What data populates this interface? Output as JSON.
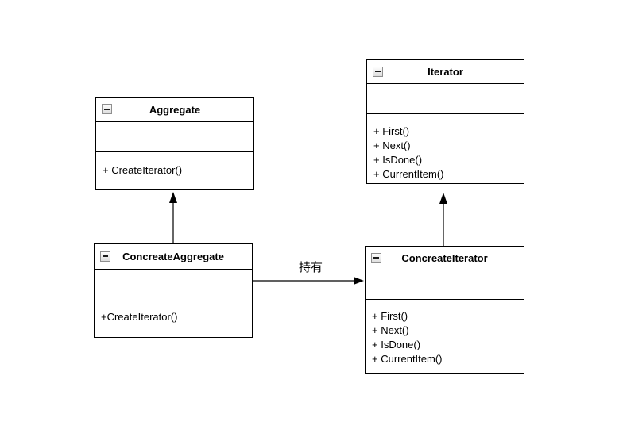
{
  "classes": {
    "aggregate": {
      "title": "Aggregate",
      "methods": [
        "+ CreateIterator()"
      ]
    },
    "iterator": {
      "title": "Iterator",
      "methods": [
        "+ First()",
        "+ Next()",
        "+ IsDone()",
        "+ CurrentItem()"
      ]
    },
    "concreate_aggregate": {
      "title": "ConcreateAggregate",
      "methods": [
        "+CreateIterator()"
      ]
    },
    "concreate_iterator": {
      "title": "ConcreateIterator",
      "methods": [
        "+ First()",
        "+ Next()",
        "+ IsDone()",
        "+ CurrentItem()"
      ]
    }
  },
  "edges": {
    "holds_label": "持有"
  },
  "icons": {
    "collapse": "minus-square-icon"
  },
  "colors": {
    "stroke": "#000000",
    "background": "#ffffff"
  }
}
